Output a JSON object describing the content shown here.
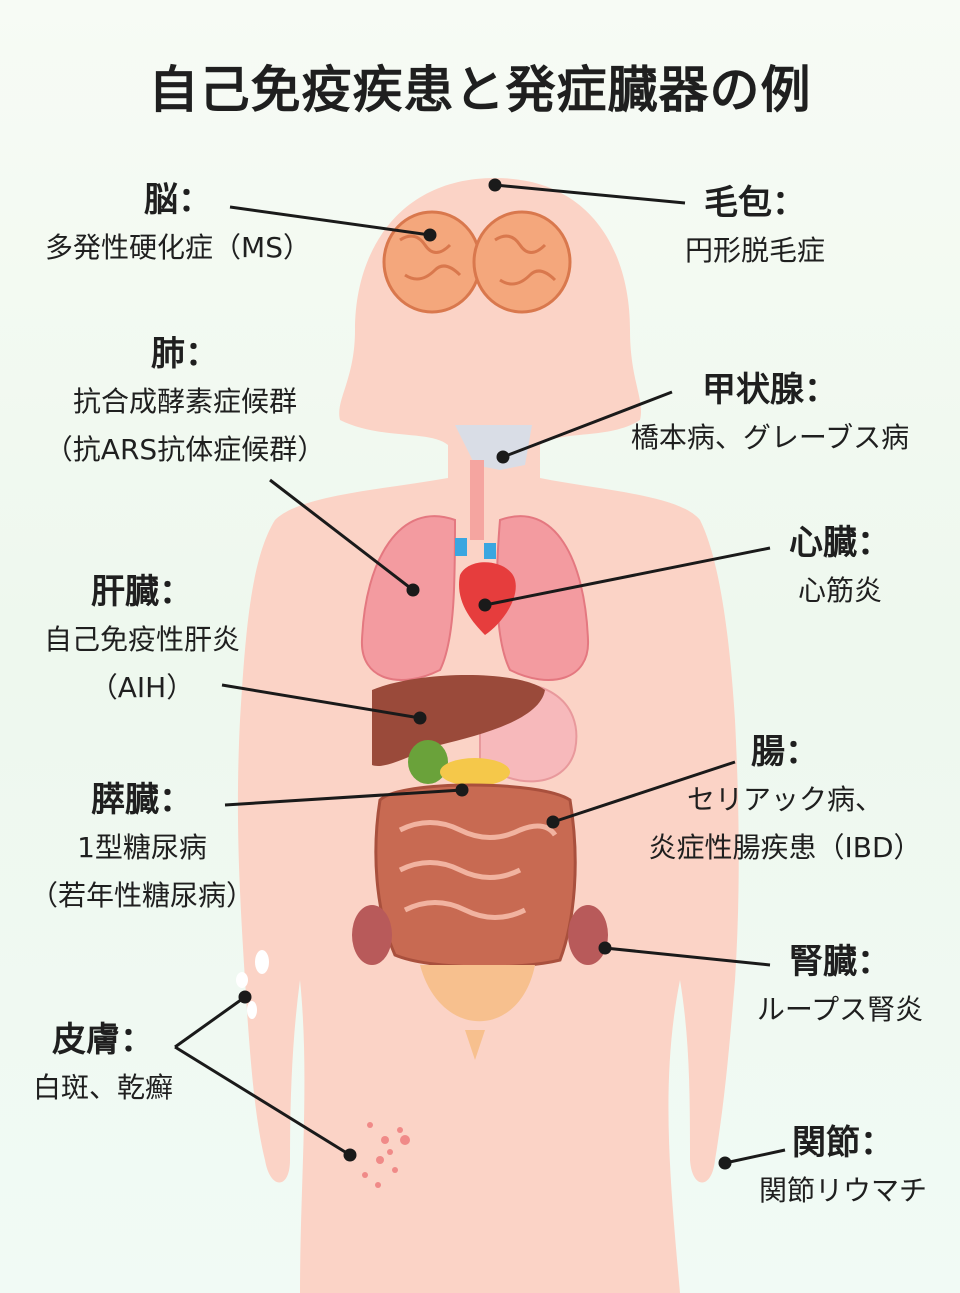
{
  "title": "自己免疫疾患と発症臓器の例",
  "colors": {
    "silhouette": "#fbd3c6",
    "line": "#1a1a1a"
  },
  "labels": {
    "brain": {
      "heading": "脳：",
      "lines": [
        "多発性硬化症（MS）"
      ]
    },
    "hair": {
      "heading": "毛包：",
      "lines": [
        "円形脱毛症"
      ]
    },
    "lung": {
      "heading": "肺：",
      "lines": [
        "抗合成酵素症候群",
        "（抗ARS抗体症候群）"
      ]
    },
    "thyroid": {
      "heading": "甲状腺：",
      "lines": [
        "橋本病、グレーブス病"
      ]
    },
    "heart": {
      "heading": "心臓：",
      "lines": [
        "心筋炎"
      ]
    },
    "liver": {
      "heading": "肝臓：",
      "lines": [
        "自己免疫性肝炎",
        "（AIH）"
      ]
    },
    "intestine": {
      "heading": "腸：",
      "lines": [
        "セリアック病、",
        "炎症性腸疾患（IBD）"
      ]
    },
    "pancreas": {
      "heading": "膵臓：",
      "lines": [
        "1型糖尿病",
        "（若年性糖尿病）"
      ]
    },
    "kidney": {
      "heading": "腎臓：",
      "lines": [
        "ループス腎炎"
      ]
    },
    "skin": {
      "heading": "皮膚：",
      "lines": [
        "白斑、乾癬"
      ]
    },
    "joint": {
      "heading": "関節：",
      "lines": [
        "関節リウマチ"
      ]
    }
  }
}
